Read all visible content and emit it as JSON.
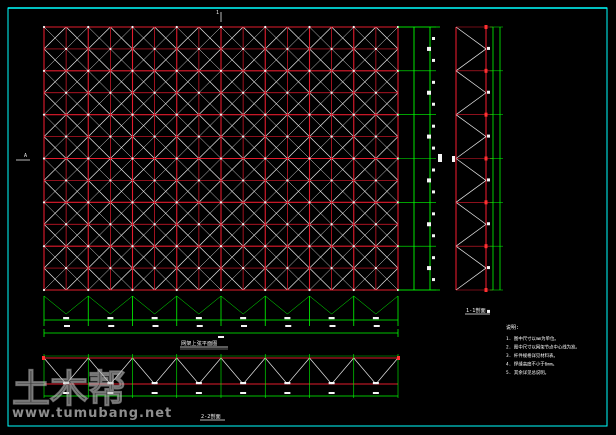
{
  "drawing": {
    "kind": "cad-grid-truss-plan",
    "colors": {
      "background": "#000000",
      "frame": "#00ffff",
      "chord": "#e21b2d",
      "web": "#e8e8e8",
      "dimension": "#00ff00",
      "node": "#f5f5f5",
      "marker": "#ff3030",
      "note_text": "#ffffff"
    },
    "plan": {
      "columns": 8,
      "rows": 6
    },
    "labels": {
      "plan_title": "网架上弦平面图",
      "side_title": "1-1剖面",
      "front_title": "2-2剖面",
      "notes_heading": "说明:",
      "axis_top": "1",
      "axis_left": "A"
    },
    "notes": [
      "1. 图中尺寸以mm为单位。",
      "2. 图中尺寸以网架节点中心线为准。",
      "3. 杆件规格详见材料表。",
      "4. 焊缝高度不小于6mm。",
      "5. 其余详见总说明。"
    ]
  },
  "watermark": {
    "logo_text": "土木帮",
    "domain": "www.tumubang.net"
  }
}
